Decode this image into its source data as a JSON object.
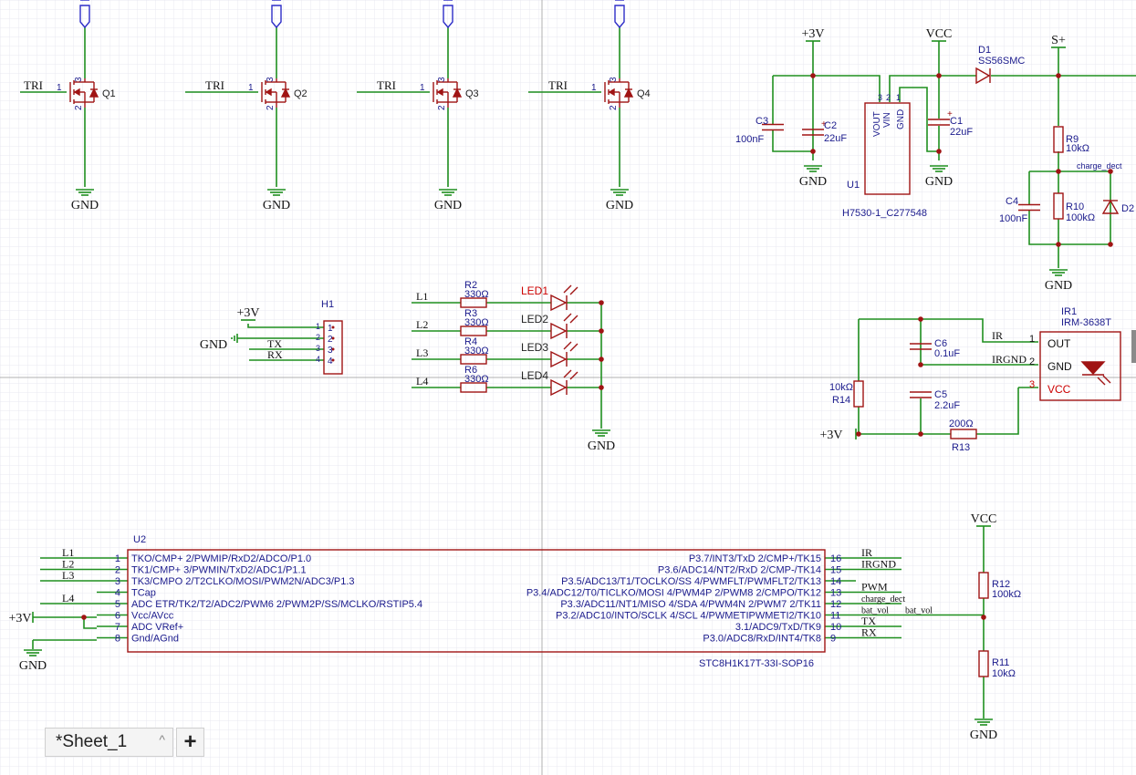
{
  "colors": {
    "wire": "#1f8f1f",
    "part": "#a01414",
    "text": "#1a1a8c",
    "netlabel": "#1a1a8c",
    "port": "#2d2dc8",
    "red": "#cc0000",
    "grid": "#e9e9f1",
    "crosshair": "#b0b0b0"
  },
  "sheet_tab": {
    "label": "*Sheet_1",
    "chevron": "^",
    "add_label": "+"
  },
  "mosfets": [
    {
      "ref": "Q1",
      "net": "TRI",
      "pin_gate": "1",
      "pin_drain": "3",
      "pin_source": "2",
      "gnd": "GND"
    },
    {
      "ref": "Q2",
      "net": "TRI",
      "pin_gate": "1",
      "pin_drain": "3",
      "pin_source": "2",
      "gnd": "GND"
    },
    {
      "ref": "Q3",
      "net": "TRI",
      "pin_gate": "1",
      "pin_drain": "3",
      "pin_source": "2",
      "gnd": "GND"
    },
    {
      "ref": "Q4",
      "net": "TRI",
      "pin_gate": "1",
      "pin_drain": "3",
      "pin_source": "2",
      "gnd": "GND"
    }
  ],
  "power": {
    "p3v": "+3V",
    "vcc": "VCC",
    "splus": "S+",
    "gnd": "GND",
    "c3": "C3",
    "c3_val": "100nF",
    "c2": "C2",
    "c2_val": "22uF",
    "c1": "C1",
    "c1_val": "22uF",
    "u1": "U1",
    "u1_part": "H7530-1_C277548",
    "u1_vout": "VOUT",
    "u1_vin": "VIN",
    "u1_gnd": "GND",
    "u1_p3": "3",
    "u1_p2": "2",
    "u1_p1": "1",
    "d1": "D1",
    "d1_part": "SS56SMC",
    "r9": "R9",
    "r9_val": "10kΩ",
    "r10": "R10",
    "r10_val": "100kΩ",
    "c4": "C4",
    "c4_val": "100nF",
    "charge_dect": "charge_dect",
    "d2": "D2"
  },
  "header": {
    "ref": "H1",
    "p3v": "+3V",
    "gnd": "GND",
    "tx": "TX",
    "rx": "RX",
    "pins": [
      "1",
      "2",
      "3",
      "4"
    ]
  },
  "leds": [
    {
      "net": "L1",
      "rref": "R2",
      "rval": "330Ω",
      "led": "LED1"
    },
    {
      "net": "L2",
      "rref": "R3",
      "rval": "330Ω",
      "led": "LED2"
    },
    {
      "net": "L3",
      "rref": "R4",
      "rval": "330Ω",
      "led": "LED3"
    },
    {
      "net": "L4",
      "rref": "R6",
      "rval": "330Ω",
      "led": "LED4"
    }
  ],
  "led_gnd": "GND",
  "ir": {
    "ref": "IR1",
    "part": "IRM-3638T",
    "out": "OUT",
    "gnd": "GND",
    "vcc": "VCC",
    "p1": "1",
    "p2": "2",
    "p3": "3",
    "net_ir": "IR",
    "net_irgnd": "IRGND",
    "c6": "C6",
    "c6_val": "0.1uF",
    "c5": "C5",
    "c5_val": "2.2uF",
    "r14": "R14",
    "r14_val": "10kΩ",
    "r13": "R13",
    "r13_val": "200Ω",
    "p3v": "+3V"
  },
  "mcu": {
    "ref": "U2",
    "part": "STC8H1K17T-33I-SOP16",
    "left": [
      {
        "pin": "1",
        "name": "TKO/CMP+ 2/PWMIP/RxD2/ADCO/P1.0",
        "net": "L1"
      },
      {
        "pin": "2",
        "name": "TK1/CMP+ 3/PWMIN/TxD2/ADC1/P1.1",
        "net": "L2"
      },
      {
        "pin": "3",
        "name": "TK3/CMPO 2/T2CLKO/MOSI/PWM2N/ADC3/P1.3",
        "net": "L3"
      },
      {
        "pin": "4",
        "name": "TCap",
        "net": ""
      },
      {
        "pin": "5",
        "name": "ADC ETR/TK2/T2/ADC2/PWM6 2/PWM2P/SS/MCLKO/RSTIP5.4",
        "net": "L4"
      },
      {
        "pin": "6",
        "name": "Vcc/AVcc",
        "net": ""
      },
      {
        "pin": "7",
        "name": "ADC VRef+",
        "net": ""
      },
      {
        "pin": "8",
        "name": "Gnd/AGnd",
        "net": ""
      }
    ],
    "right": [
      {
        "pin": "16",
        "name": "P3.7/INT3/TxD 2/CMP+/TK15",
        "net": "IR"
      },
      {
        "pin": "15",
        "name": "P3.6/ADC14/NT2/RxD 2/CMP-/TK14",
        "net": "IRGND"
      },
      {
        "pin": "14",
        "name": "P3.5/ADC13/T1/TOCLKO/SS 4/PWMFLT/PWMFLT2/TK13",
        "net": ""
      },
      {
        "pin": "13",
        "name": "P3.4/ADC12/T0/TICLKO/MOSI 4/PWM4P 2/PWM8 2/CMPO/TK12",
        "net": "PWM"
      },
      {
        "pin": "12",
        "name": "P3.3/ADC11/NT1/MISO 4/SDA 4/PWM4N 2/PWM7 2/TK11",
        "net": "charge_dect"
      },
      {
        "pin": "11",
        "name": "P3.2/ADC10/INTO/SCLK 4/SCL 4/PWMETIPWMETI2/TK10",
        "net": "bat_vol"
      },
      {
        "pin": "10",
        "name": "3.1/ADC9/TxD/TK9",
        "net": "TX"
      },
      {
        "pin": "9",
        "name": "P3.0/ADC8/RxD/INT4/TK8",
        "net": "RX"
      }
    ],
    "p3v": "+3V",
    "gnd": "GND"
  },
  "divider": {
    "vcc": "VCC",
    "r12": "R12",
    "r12_val": "100kΩ",
    "r11": "R11",
    "r11_val": "10kΩ",
    "net": "bat_vol",
    "gnd": "GND"
  }
}
